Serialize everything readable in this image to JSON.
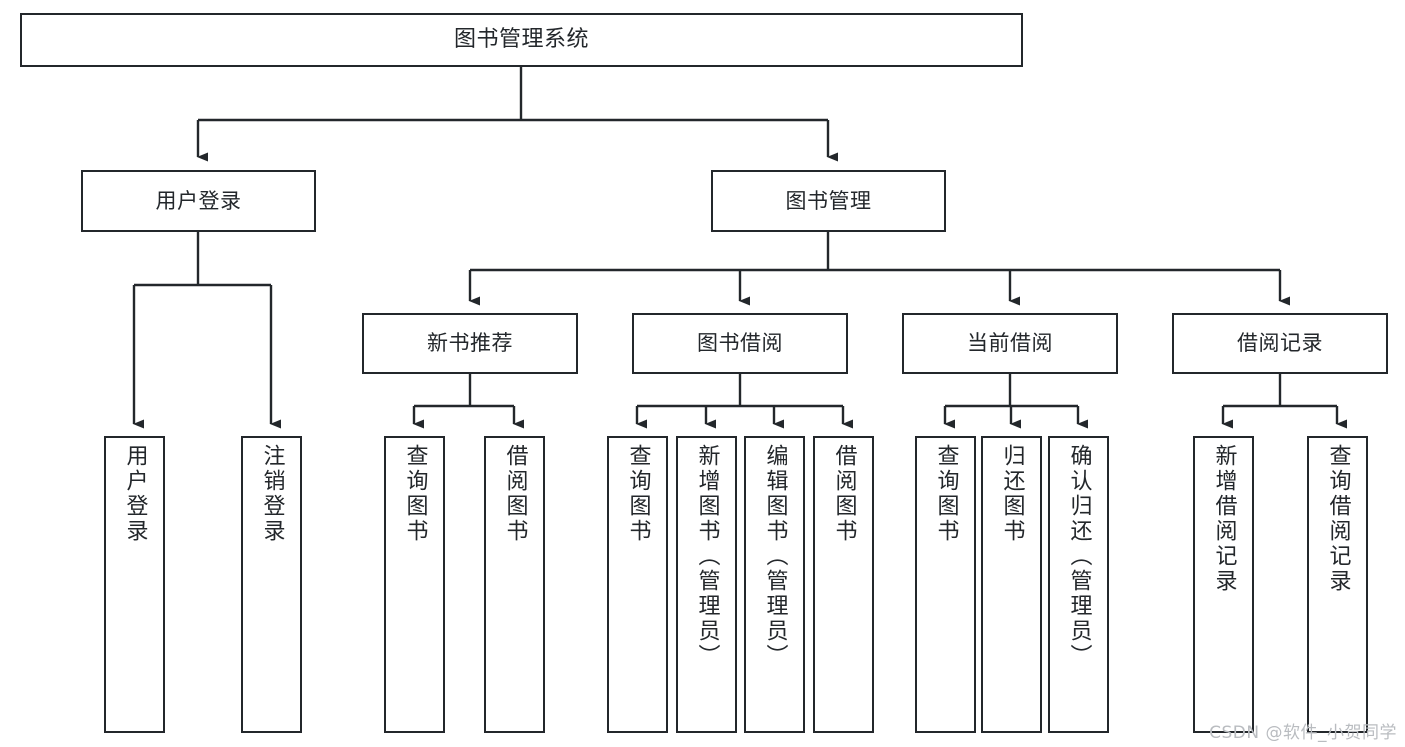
{
  "diagram": {
    "type": "tree-hierarchy-chart",
    "title": "图书管理系统",
    "watermark": "CSDN @软件_小贺同学",
    "colors": {
      "stroke": "#23272b",
      "fill": "#ffffff",
      "text": "#23272b",
      "watermark": "#b9bcc0"
    },
    "levels": {
      "root": {
        "label": "图书管理系统"
      },
      "level2": [
        {
          "label": "用户登录"
        },
        {
          "label": "图书管理"
        }
      ],
      "level3": [
        {
          "label": "新书推荐"
        },
        {
          "label": "图书借阅"
        },
        {
          "label": "当前借阅"
        },
        {
          "label": "借阅记录"
        }
      ],
      "leaves": {
        "user_login": [
          {
            "label": "用户登录"
          },
          {
            "label": "注销登录"
          }
        ],
        "new_book_recommend": [
          {
            "label": "查询图书"
          },
          {
            "label": "借阅图书"
          }
        ],
        "book_borrow": [
          {
            "label": "查询图书"
          },
          {
            "label": "新增图书（管理员）"
          },
          {
            "label": "编辑图书（管理员）"
          },
          {
            "label": "借阅图书"
          }
        ],
        "current_borrow": [
          {
            "label": "查询图书"
          },
          {
            "label": "归还图书"
          },
          {
            "label": "确认归还（管理员）"
          }
        ],
        "borrow_record": [
          {
            "label": "新增借阅记录"
          },
          {
            "label": "查询借阅记录"
          }
        ]
      }
    }
  }
}
